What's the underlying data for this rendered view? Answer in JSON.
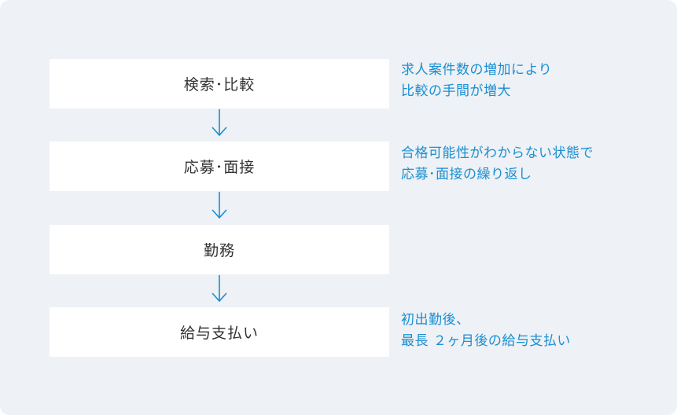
{
  "steps": [
    {
      "label": "検索･比較"
    },
    {
      "label": "応募･面接"
    },
    {
      "label": "勤務"
    },
    {
      "label": "給与支払い"
    }
  ],
  "notes": {
    "search": {
      "line1": "求人案件数の増加により",
      "line2": "比較の手間が増大"
    },
    "apply": {
      "line1": "合格可能性がわからない状態で",
      "line2": "応募･面接の繰り返し"
    },
    "pay": {
      "line1": "初出勤後、",
      "line2": "最長 ２ヶ月後の給与支払い"
    }
  },
  "colors": {
    "background": "#eef1f5",
    "box": "#ffffff",
    "step_text": "#333333",
    "accent": "#1a8fd3"
  },
  "icons": {
    "connector": "down-arrow-icon"
  }
}
